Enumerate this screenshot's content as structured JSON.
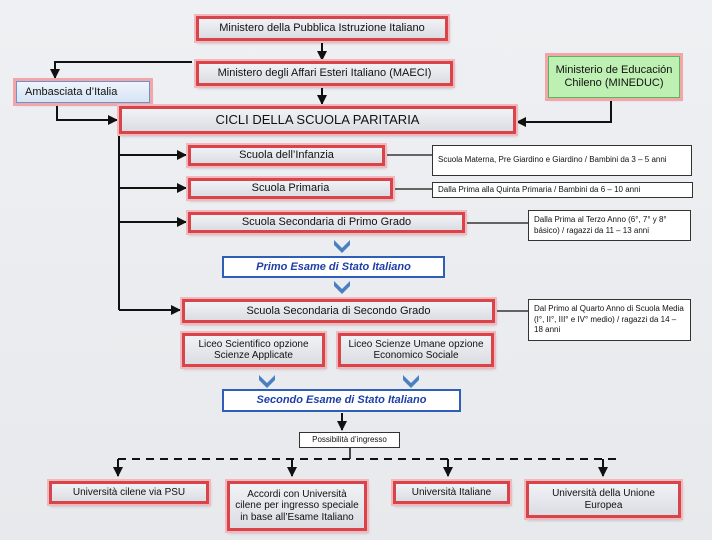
{
  "top": {
    "ministero_istruzione": "Ministero della Pubblica Istruzione Italiano",
    "ministero_esteri": "Ministero degli Affari Esteri Italiano (MAECI)",
    "ambasciata": "Ambasciata d’Italia",
    "mineduc": "Ministerio de Educación Chileno (MINEDUC)"
  },
  "cicli": "CICLI DELLA SCUOLA PARITARIA",
  "scuole": {
    "infanzia": "Scuola dell’Infanzia",
    "primaria": "Scuola Primaria",
    "secondaria_primo": "Scuola Secondaria di Primo Grado",
    "secondaria_secondo": "Scuola Secondaria di Secondo Grado"
  },
  "notes": {
    "infanzia": "Scuola Materna, Pre Giardino e Giardino / Bambini da 3 – 5 anni",
    "primaria": "Dalla Prima alla Quinta Primaria / Bambini da 6 – 10 anni",
    "secondaria_primo": "Dalla Prima al Terzo Anno (6°, 7° y 8° básico) / ragazzi da 11 – 13 anni",
    "secondaria_secondo": "Dal Primo al Quarto Anno di Scuola Media (I°, II°, III° e IV° medio) / ragazzi da 14 – 18 anni"
  },
  "esami": {
    "primo": "Primo Esame di Stato Italiano",
    "secondo": "Secondo Esame di Stato Italiano"
  },
  "licei": {
    "scientifico": "Liceo Scientifico opzione Scienze Applicate",
    "umane": "Liceo Scienze Umane opzione Economico Sociale"
  },
  "possibilita": "Possibilità d’ingresso",
  "universita": {
    "psu": "Università cilene via PSU",
    "accordi": "Accordi con Università cilene per ingresso speciale in base all’Esame Italiano",
    "italiane": "Università Italiane",
    "ue": "Università della Unione Europea"
  },
  "colors": {
    "border_red": "#d9434a",
    "arrow_blue": "#4a7fc1",
    "exam_blue": "#1f3fa8",
    "green_fill": "#bff0b3"
  }
}
